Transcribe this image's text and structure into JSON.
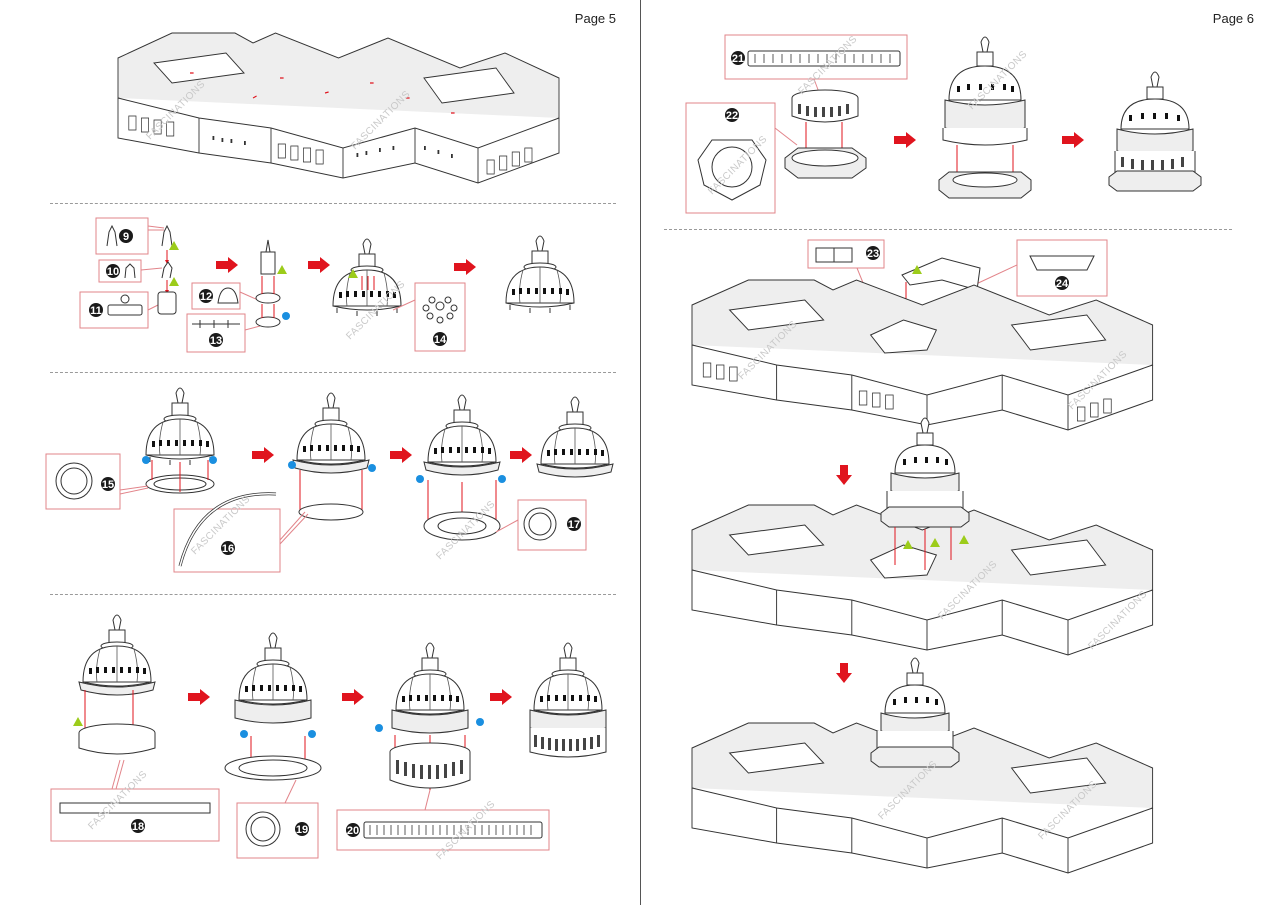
{
  "document": {
    "title": "Metal model assembly instructions",
    "watermark": "FASCINATIONS",
    "colors": {
      "callout_border": "#e2848a",
      "arrow": "#e0141e",
      "guide_line": "#e0141e",
      "blue_marker": "#1a8fe0",
      "green_marker": "#9ccc1a",
      "badge": "#1a1a1a",
      "line": "#333333",
      "fill_shade": "#eeeeee",
      "separator": "#9a9a9a"
    }
  },
  "pages": [
    {
      "label": "Page 5",
      "sections": [
        {
          "id": "s5-1",
          "description": "Main building body assembled (isometric view)",
          "parts": []
        },
        {
          "id": "s5-2",
          "description": "Dome top assembly",
          "parts": [
            "9",
            "10",
            "11",
            "12",
            "13",
            "14"
          ]
        },
        {
          "id": "s5-3",
          "description": "Dome base rings",
          "parts": [
            "15",
            "16",
            "17"
          ]
        },
        {
          "id": "s5-4",
          "description": "Dome drum and colonnade",
          "parts": [
            "18",
            "19",
            "20"
          ]
        }
      ]
    },
    {
      "label": "Page 6",
      "sections": [
        {
          "id": "s6-1",
          "description": "Colonnade ring and octagonal base",
          "parts": [
            "21",
            "22"
          ]
        },
        {
          "id": "s6-2",
          "description": "Roof pieces and dome attached to building",
          "parts": [
            "23",
            "24"
          ]
        }
      ]
    }
  ],
  "parts": {
    "p9": "9",
    "p10": "10",
    "p11": "11",
    "p12": "12",
    "p13": "13",
    "p14": "14",
    "p15": "15",
    "p16": "16",
    "p17": "17",
    "p18": "18",
    "p19": "19",
    "p20": "20",
    "p21": "21",
    "p22": "22",
    "p23": "23",
    "p24": "24"
  },
  "icons": {
    "step_arrow": "red-right-arrow",
    "step_arrow_down": "red-down-arrow",
    "blue_marker": "blue-dot-alignment-marker",
    "green_marker": "green-triangle-alignment-marker"
  }
}
